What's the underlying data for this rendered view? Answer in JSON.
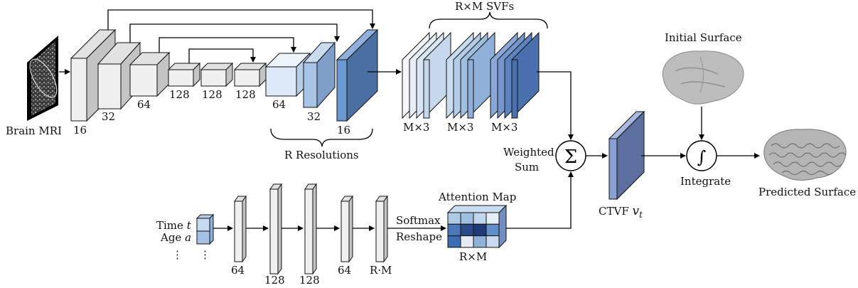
{
  "input": {
    "label": "Brain MRI"
  },
  "unet": {
    "encoder_channels": [
      "16",
      "32",
      "64",
      "128",
      "128",
      "128"
    ],
    "decoder_channels": [
      "64",
      "32",
      "16"
    ],
    "brace_label": "R Resolutions"
  },
  "svfs": {
    "title": "R×M SVFs",
    "group_labels": [
      "M×3",
      "M×3",
      "M×3"
    ]
  },
  "attention": {
    "inputs": {
      "time": "Time",
      "time_var": "t",
      "age": "Age",
      "age_var": "a",
      "more": "⋮"
    },
    "mlp_channels": [
      "64",
      "128",
      "128",
      "64",
      "R·M"
    ],
    "op_softmax": "Softmax",
    "op_reshape": "Reshape",
    "map_title": "Attention Map",
    "map_dims": "R×M",
    "map_cells": [
      [
        "#aecbe6",
        "#9fbfe0",
        "#c2d7ec",
        "#e6eef7"
      ],
      [
        "#4a78b8",
        "#2a4a8a",
        "#1f3a78",
        "#5f8fc8"
      ],
      [
        "#3c6cb2",
        "#e3ecf5",
        "#8fb1d9",
        "#c8daee"
      ]
    ]
  },
  "sum": {
    "symbol": "Σ",
    "label_line1": "Weighted",
    "label_line2": "Sum"
  },
  "ctvf": {
    "label": "CTVF",
    "var": "v",
    "sub": "t"
  },
  "integrate": {
    "symbol": "∫",
    "label": "Integrate"
  },
  "initial_surface": {
    "label": "Initial Surface"
  },
  "predicted_surface": {
    "label": "Predicted Surface"
  },
  "colors": {
    "encoder_face": "#f0f0f0",
    "encoder_side": "#c4c4c4",
    "encoder_top": "#e2e2e2",
    "dec1_face": "#dde9f6",
    "dec2_face": "#a7c4e6",
    "dec3_face": "#6b98d0",
    "dec3_side": "#4a6fa0",
    "svf_face": "#ffffff",
    "ctvf_face": "#8aa0d2",
    "ctvf_side": "#5c6f9e",
    "brain": "#bfbfbf"
  }
}
